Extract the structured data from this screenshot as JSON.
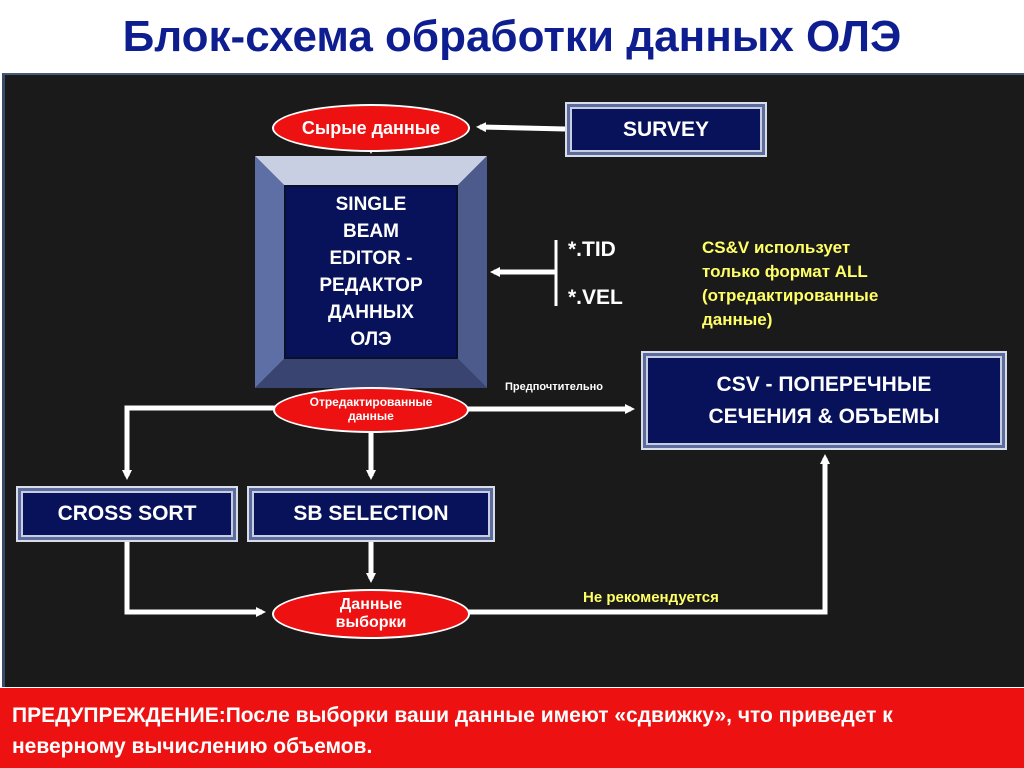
{
  "title": "Блок-схема обработки данных ОЛЭ",
  "nodes": {
    "raw_data": "Сырые данные",
    "survey": "SURVEY",
    "single_beam_editor": "SINGLE\nBEAM\nEDITOR -\nРЕДАКТОР\nДАННЫХ\nОЛЭ",
    "edited_data": "Отредактированные\nданные",
    "csv": "CSV - ПОПЕРЕЧНЫЕ\nСЕЧЕНИЯ & ОБЪЕМЫ",
    "cross_sort": "CROSS SORT",
    "sb_selection": "SB SELECTION",
    "sample_data": "Данные\nвыборки"
  },
  "formats": [
    "*.TID",
    "*.VEL"
  ],
  "note": "CS&V использует\nтолько формат ALL\n(отредактированные\nданные)",
  "edge_labels": {
    "preferred": "Предпочтительно",
    "not_recommended": "Не рекомендуется"
  },
  "warning": "ПРЕДУПРЕЖДЕНИЕ:После выборки ваши данные имеют «сдвижку», что приведет к неверному вычислению объемов.",
  "colors": {
    "title": "#0e1d8f",
    "box_fill": "#07125a",
    "oval_fill": "#ee1111",
    "background": "#1a1a1a",
    "note_text": "#ffff66",
    "warning_fill": "#ee1111"
  }
}
